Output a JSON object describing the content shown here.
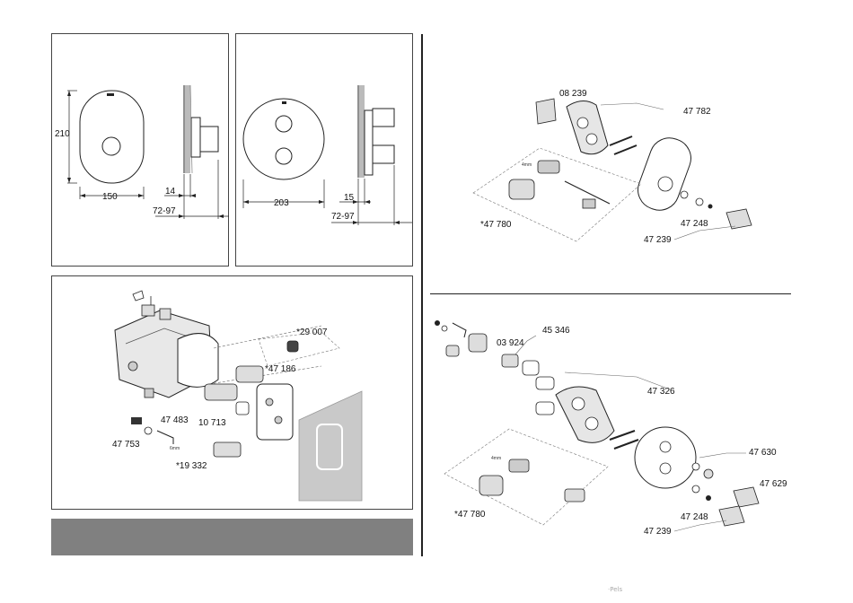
{
  "dims": {
    "oval_height": "210",
    "oval_width": "150",
    "oval_depth": "14",
    "oval_range": "72-97",
    "round_width": "203",
    "round_depth": "15",
    "round_range": "72-97"
  },
  "rough_in_parts": {
    "p29007": "*29 007",
    "p47186": "*47 186",
    "p47483": "47 483",
    "p10713": "10 713",
    "p47753": "47 753",
    "p19332": "*19 332",
    "hex_note": "6mm"
  },
  "oval_exploded": {
    "p08239": "08 239",
    "p47782": "47 782",
    "p47780": "*47 780",
    "p47248": "47 248",
    "p47239": "47 239",
    "hex_note": "4mm"
  },
  "round_exploded": {
    "p45346": "45 346",
    "p03924": "03 924",
    "p47326": "47 326",
    "p47630": "47 630",
    "p47629": "47 629",
    "p47780": "*47 780",
    "p47248": "47 248",
    "p47239": "47 239",
    "hex_note": "4mm"
  },
  "footer_mark": "·Pels"
}
